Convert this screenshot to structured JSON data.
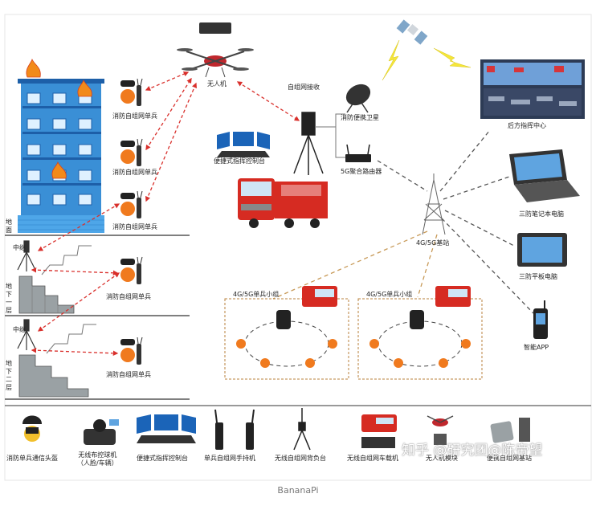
{
  "labels": {
    "drone": "无人机",
    "soldier_1": "消防自组网单兵",
    "soldier_2": "消防自组网单兵",
    "soldier_3": "消防自组网单兵",
    "soldier_4": "消防自组网单兵",
    "soldier_5": "消防自组网单兵",
    "adhoc_receiver": "自组网接收",
    "portable_satellite": "消防便携卫星",
    "router_5g": "5G聚合路由器",
    "portable_console": "便捷式指挥控制台",
    "command_center": "后方指挥中心",
    "laptop": "三防笔记本电脑",
    "tablet": "三防平板电脑",
    "smart_app": "智能APP",
    "base_station": "4G/5G基站",
    "team_1": "4G/5G单兵小组",
    "team_2": "4G/5G单兵小组",
    "ground": "地面",
    "relay_1": "中继",
    "relay_2": "中继",
    "underground_1": "地下一层",
    "underground_2": "地下二层"
  },
  "bottom_row": [
    {
      "label": "消防单兵通信头盔"
    },
    {
      "label": "无线布控球机\n（人脸/车辆）"
    },
    {
      "label": "便捷式指挥控制台"
    },
    {
      "label": "单兵自组网手持机"
    },
    {
      "label": "无线自组网背负台"
    },
    {
      "label": "无线自组网车载机"
    },
    {
      "label": "无人机模块"
    },
    {
      "label": "便携自组网基站"
    }
  ],
  "watermark": "知乎 @研究团@陈帝望",
  "caption": "BananaPi",
  "colors": {
    "building": "#3a8fd6",
    "building_dark": "#1d5fa8",
    "link_red": "#d9302c",
    "link_dark": "#555555",
    "link_orange": "#c89a58",
    "zone_border": "#b9813c",
    "stair_fill": "#9aa1a4",
    "lightning": "#f5e63a"
  }
}
